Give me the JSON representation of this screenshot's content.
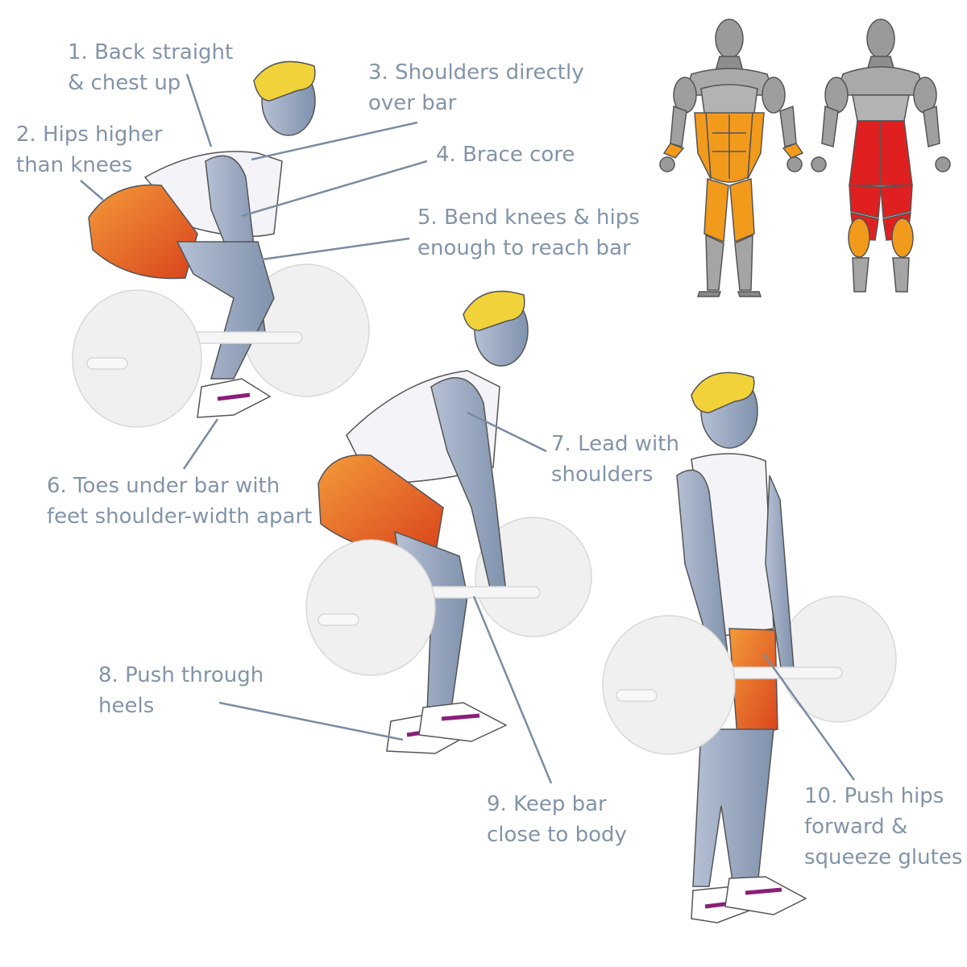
{
  "callouts": [
    {
      "lines": [
        "1. Back straight",
        "& chest up"
      ]
    },
    {
      "lines": [
        "2. Hips higher",
        "than knees"
      ]
    },
    {
      "lines": [
        "3. Shoulders directly",
        "over bar"
      ]
    },
    {
      "lines": [
        "4. Brace core"
      ]
    },
    {
      "lines": [
        "5. Bend knees & hips",
        "enough to reach bar"
      ]
    },
    {
      "lines": [
        "6. Toes under bar with",
        "feet shoulder-width apart"
      ]
    },
    {
      "lines": [
        "7. Lead with",
        "shoulders"
      ]
    },
    {
      "lines": [
        "8. Push through",
        "heels"
      ]
    },
    {
      "lines": [
        "9. Keep bar",
        "close to body"
      ]
    },
    {
      "lines": [
        "10. Push hips",
        "forward &",
        "squeeze glutes"
      ]
    }
  ],
  "colors": {
    "label_text": "#8394a8",
    "leader_line": "#7a8ca3",
    "skin": "#98a6bf",
    "hair": "#f2d23a",
    "shorts": "#ec7a2a",
    "tank": "#f4f4f8",
    "plate": "#f0f0f0",
    "primary_muscle": "#e02020",
    "secondary_muscle": "#f29a1c",
    "shoe_accent": "#8a1f7a"
  },
  "muscle_map": {
    "views": [
      "front-view",
      "back-view"
    ]
  }
}
